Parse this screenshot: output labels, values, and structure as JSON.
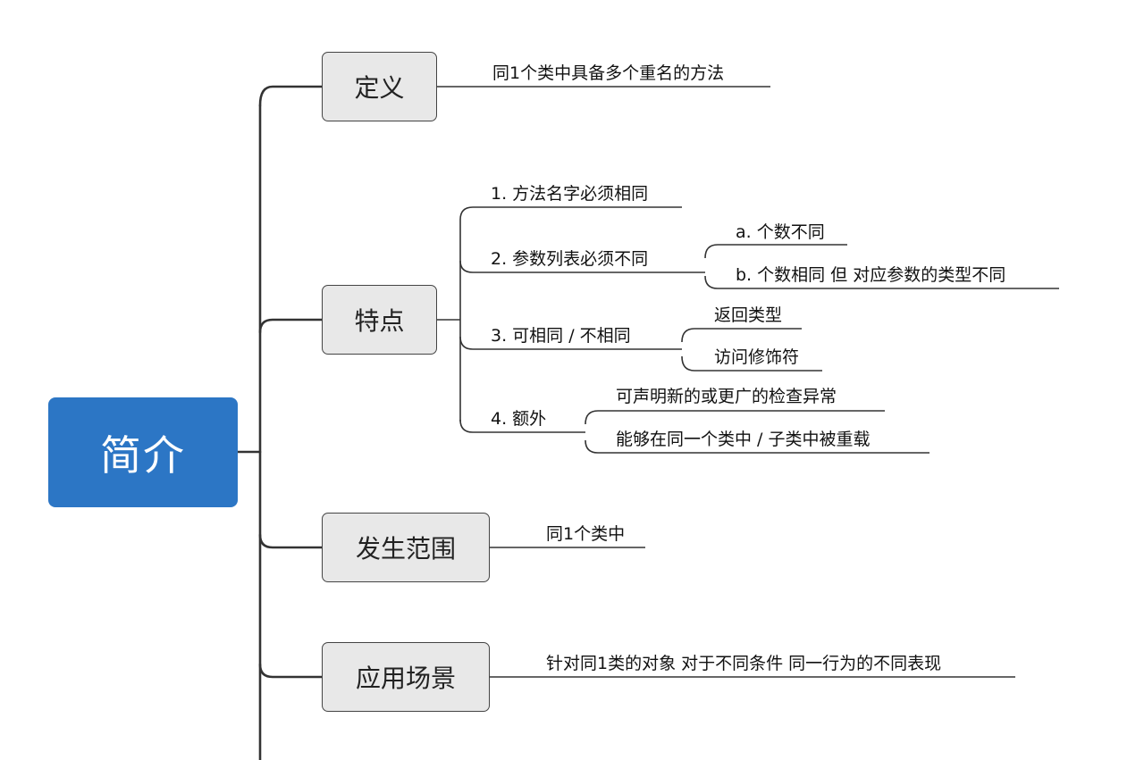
{
  "root": {
    "label": "简介"
  },
  "branches": {
    "definition": {
      "label": "定义",
      "leaves": [
        "同1个类中具备多个重名的方法"
      ]
    },
    "features": {
      "label": "特点",
      "items": [
        {
          "label": "1. 方法名字必须相同"
        },
        {
          "label": "2. 参数列表必须不同",
          "children": [
            "a. 个数不同",
            "b. 个数相同 但 对应参数的类型不同"
          ]
        },
        {
          "label": "3. 可相同 / 不相同",
          "children": [
            "返回类型",
            "访问修饰符"
          ]
        },
        {
          "label": "4. 额外",
          "children": [
            "可声明新的或更广的检查异常",
            "能够在同一个类中 /  子类中被重载"
          ]
        }
      ]
    },
    "scope": {
      "label": "发生范围",
      "leaves": [
        "同1个类中"
      ]
    },
    "scenario": {
      "label": "应用场景",
      "leaves": [
        "针对同1类的对象 对于不同条件 同一行为的不同表现"
      ]
    }
  },
  "colors": {
    "root_bg": "#2c76c5",
    "box_bg": "#e8e8e8",
    "line": "#333333"
  }
}
